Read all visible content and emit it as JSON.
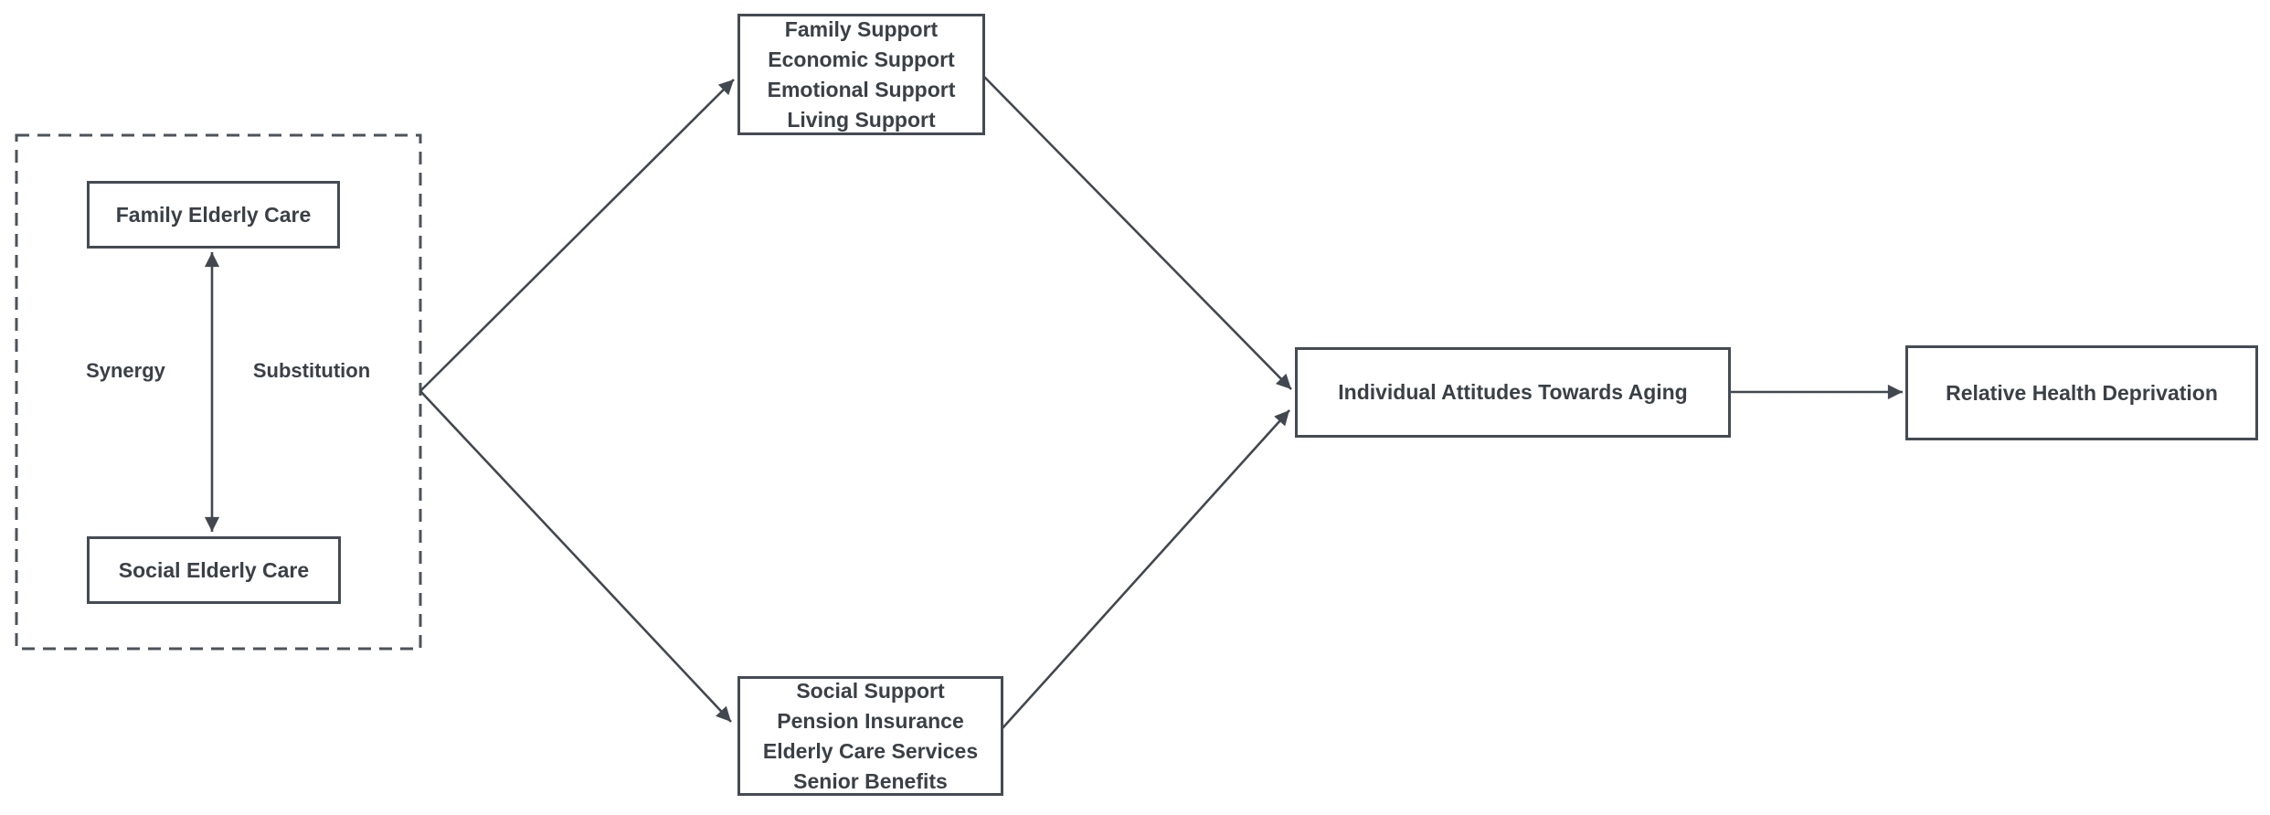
{
  "figure": {
    "background_color": "#ffffff",
    "stroke_color": "#454b54",
    "text_color": "#3a4046",
    "container": {
      "synergy_label": "Synergy",
      "substitution_label": "Substitution"
    },
    "boxes": {
      "family_elderly_care": "Family Elderly Care",
      "social_elderly_care": "Social Elderly Care",
      "family_support_lines": [
        "Family Support",
        "Economic Support",
        "Emotional Support",
        "Living Support"
      ],
      "social_support_lines": [
        "Social Support",
        "Pension Insurance",
        "Elderly Care Services",
        "Senior Benefits"
      ],
      "individual_attitudes": "Individual Attitudes Towards Aging",
      "relative_health_deprivation": "Relative Health Deprivation"
    },
    "edges": [
      {
        "from": "family_elderly_care",
        "to": "social_elderly_care",
        "style": "double-headed"
      },
      {
        "from": "care-system-container",
        "to": "family_support",
        "style": "arrow"
      },
      {
        "from": "care-system-container",
        "to": "social_support",
        "style": "arrow"
      },
      {
        "from": "family_support",
        "to": "individual_attitudes",
        "style": "arrow"
      },
      {
        "from": "social_support",
        "to": "individual_attitudes",
        "style": "arrow"
      },
      {
        "from": "individual_attitudes",
        "to": "relative_health_deprivation",
        "style": "arrow"
      }
    ]
  }
}
